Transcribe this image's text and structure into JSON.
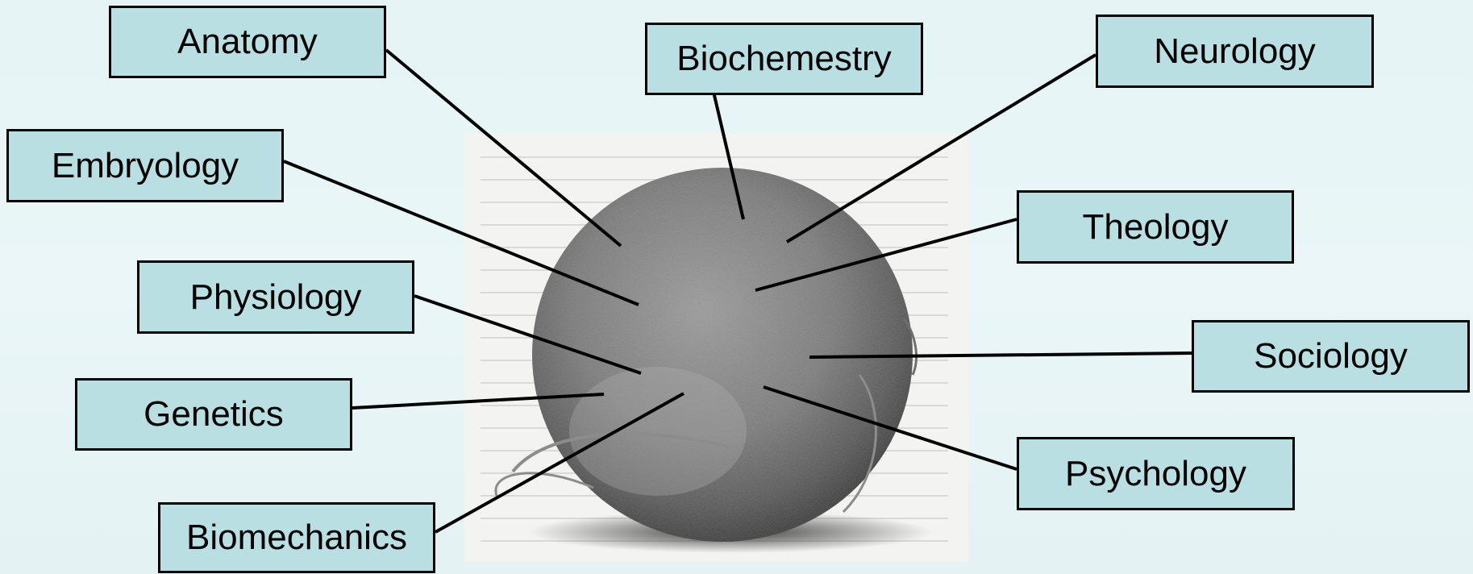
{
  "diagram": {
    "labels": [
      {
        "id": "anatomy",
        "text": "Anatomy"
      },
      {
        "id": "biochemestry",
        "text": "Biochemestry"
      },
      {
        "id": "neurology",
        "text": "Neurology"
      },
      {
        "id": "embryology",
        "text": "Embryology"
      },
      {
        "id": "theology",
        "text": "Theology"
      },
      {
        "id": "physiology",
        "text": "Physiology"
      },
      {
        "id": "sociology",
        "text": "Sociology"
      },
      {
        "id": "genetics",
        "text": "Genetics"
      },
      {
        "id": "psychology",
        "text": "Psychology"
      },
      {
        "id": "biomechanics",
        "text": "Biomechanics"
      }
    ],
    "colors": {
      "background": "#e8f5f6",
      "label_fill": "#b9dfe2",
      "label_border": "#000000",
      "connector": "#000000"
    }
  }
}
